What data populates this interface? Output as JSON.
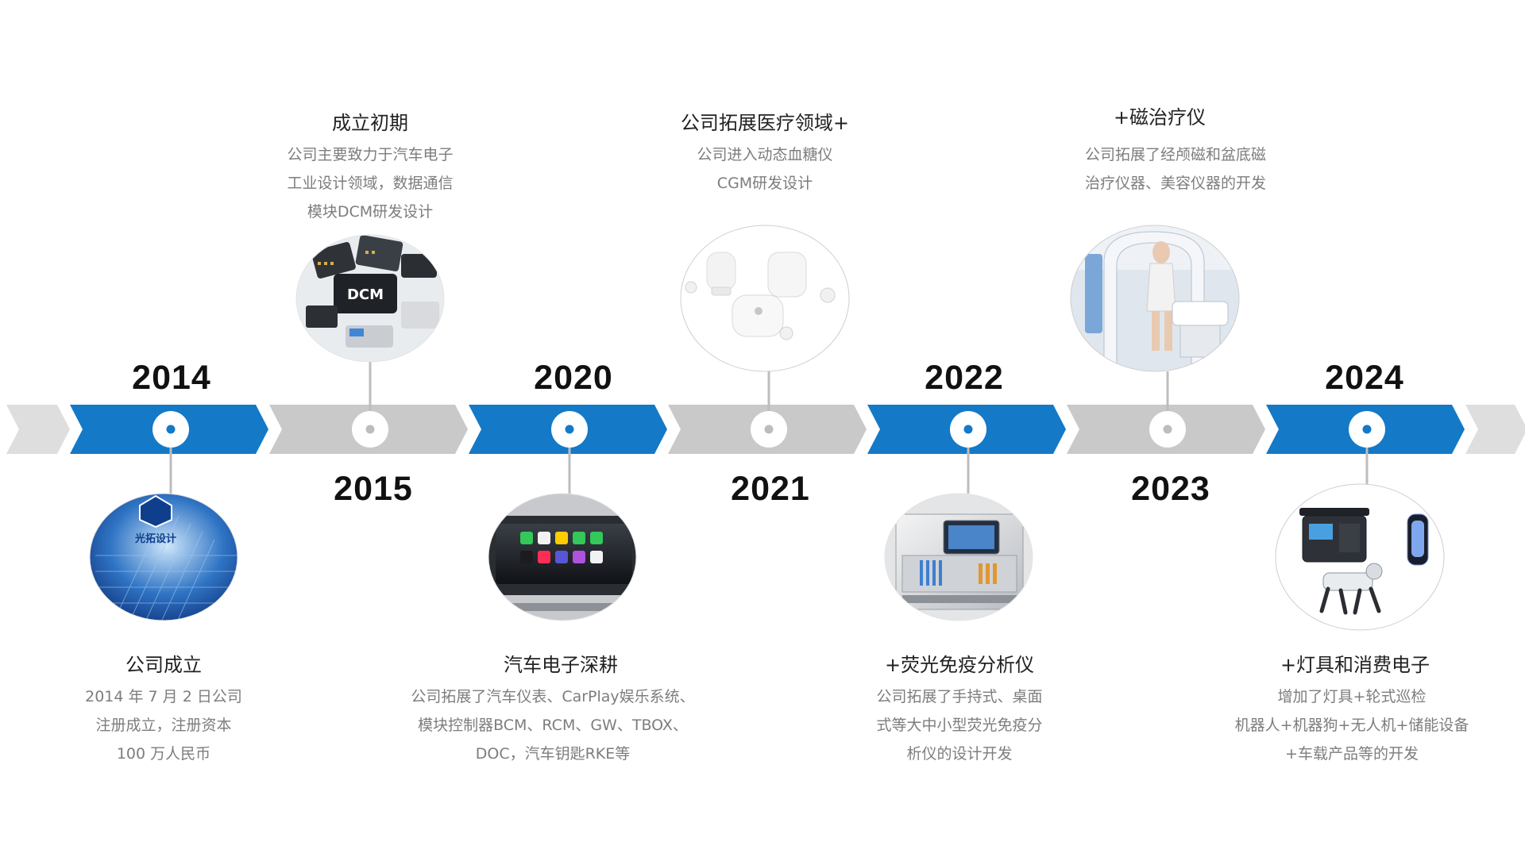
{
  "colors": {
    "blue": "#1479c7",
    "blue_light": "#2a90db",
    "gray": "#c9c9c9",
    "gray_light": "#dedede",
    "node_dot": "#1479c7",
    "text_dark": "#222222",
    "text_gray": "#7d7d7d"
  },
  "milestones": [
    {
      "year": "2014",
      "title": "公司成立",
      "desc": [
        "2014 年 7 月 2 日公司",
        "注册成立，注册资本",
        "100 万人民币"
      ],
      "image_icon": "office-building-logo-image",
      "logo_text": "光拓设计"
    },
    {
      "year": "2015",
      "title": "成立初期",
      "desc": [
        "公司主要致力于汽车电子",
        "工业设计领域，数据通信",
        "模块DCM研发设计"
      ],
      "image_icon": "electronic-modules-image",
      "module_label": "DCM"
    },
    {
      "year": "2020",
      "title": "汽车电子深耕",
      "desc": [
        "公司拓展了汽车仪表、CarPlay娱乐系统、",
        "模块控制器BCM、RCM、GW、TBOX、",
        "DOC，汽车钥匙RKE等"
      ],
      "image_icon": "car-infotainment-screen-image"
    },
    {
      "year": "2021",
      "title": "公司拓展医疗领域+",
      "desc": [
        "公司进入动态血糖仪",
        "CGM研发设计"
      ],
      "image_icon": "glucose-monitor-devices-image"
    },
    {
      "year": "2022",
      "title": "+荧光免疫分析仪",
      "desc": [
        "公司拓展了手持式、桌面",
        "式等大中小型荧光免疫分",
        "析仪的设计开发"
      ],
      "image_icon": "fluorescence-analyzer-image"
    },
    {
      "year": "2023",
      "title": "+磁治疗仪",
      "desc": [
        "公司拓展了经颅磁和盆底磁",
        "治疗仪器、美容仪器的开发"
      ],
      "image_icon": "magnetic-therapy-device-image"
    },
    {
      "year": "2024",
      "title": "+灯具和消费电子",
      "desc": [
        "增加了灯具+轮式巡检",
        "机器人+机器狗+无人机+储能设备",
        "+车载产品等的开发"
      ],
      "image_icon": "robot-dog-and-power-station-image"
    }
  ]
}
